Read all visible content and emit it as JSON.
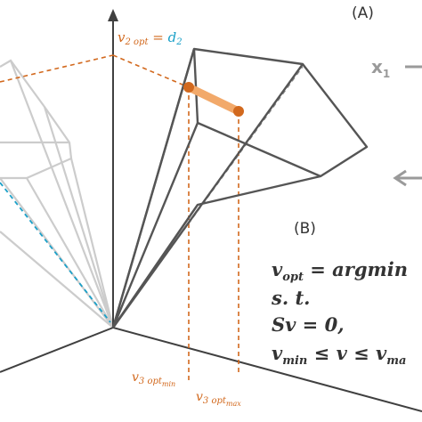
{
  "panel_labels": {
    "a": "(A)",
    "b": "(B)"
  },
  "labels": {
    "v2opt_main": "v",
    "v2opt_sub": "2 opt",
    "equals": "=",
    "d2_main": "d",
    "d2_sub": "2",
    "v3min_main": "v",
    "v3min_sub": "3 opt",
    "v3min_subsub": "min",
    "v3max_main": "v",
    "v3max_sub": "3 opt",
    "v3max_subsub": "max",
    "x1_main": "x",
    "x1_sub": "1"
  },
  "equations": {
    "line1_main": "v",
    "line1_sub": "opt",
    "line1_rest": " = argmin",
    "line2": "s. t.",
    "line3": "Sv = 0,",
    "line4_a": "v",
    "line4_a_sub": "min",
    "line4_b": " ≤ v ≤ v",
    "line4_b_sub": "ma"
  },
  "colors": {
    "axis": "#404040",
    "polytope": "#555555",
    "ghost": "#cccccc",
    "orange": "#d2691e",
    "orange_light": "#f2a96a",
    "blue": "#1aa0c8",
    "gray_text": "#9a9a9a"
  }
}
